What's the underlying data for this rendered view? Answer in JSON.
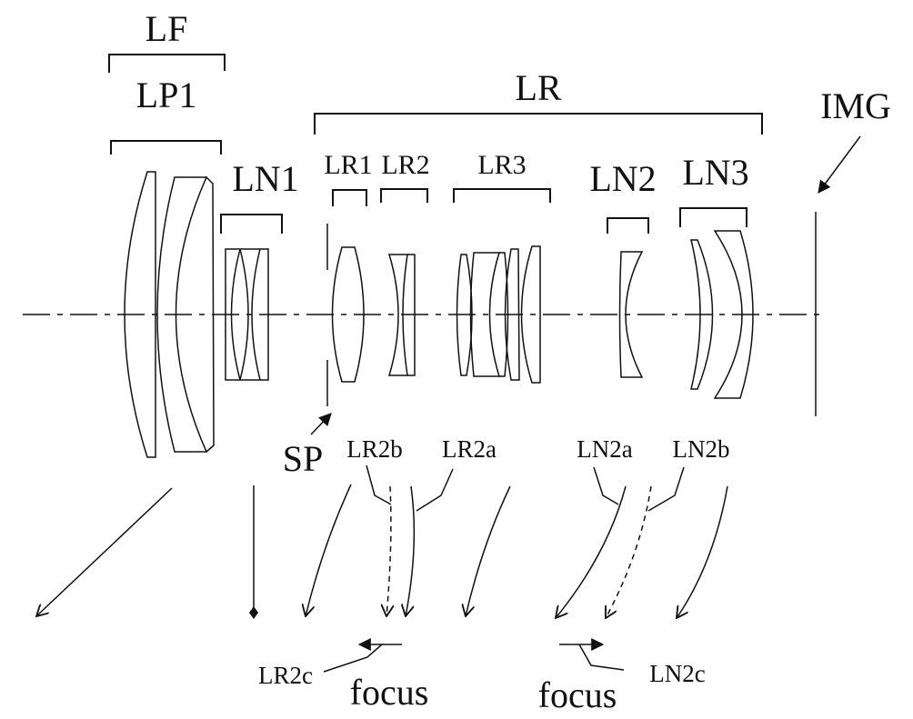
{
  "diagram": {
    "type": "optical lens configuration",
    "group_labels": {
      "front_group": "LF",
      "front_subgroup": "LP1",
      "first_negative": "LN1",
      "rear_group": "LR",
      "rear_sub1": "LR1",
      "rear_sub2": "LR2",
      "rear_sub3": "LR3",
      "second_negative": "LN2",
      "third_negative": "LN3",
      "image_plane": "IMG",
      "stop": "SP"
    },
    "movement_labels": {
      "lr2a": "LR2a",
      "lr2b": "LR2b",
      "lr2c": "LR2c",
      "ln2a": "LN2a",
      "ln2b": "LN2b",
      "ln2c": "LN2c"
    },
    "focus_labels": {
      "left": "focus",
      "right": "focus"
    },
    "colors": {
      "line": "#111111",
      "background": "#ffffff"
    }
  }
}
